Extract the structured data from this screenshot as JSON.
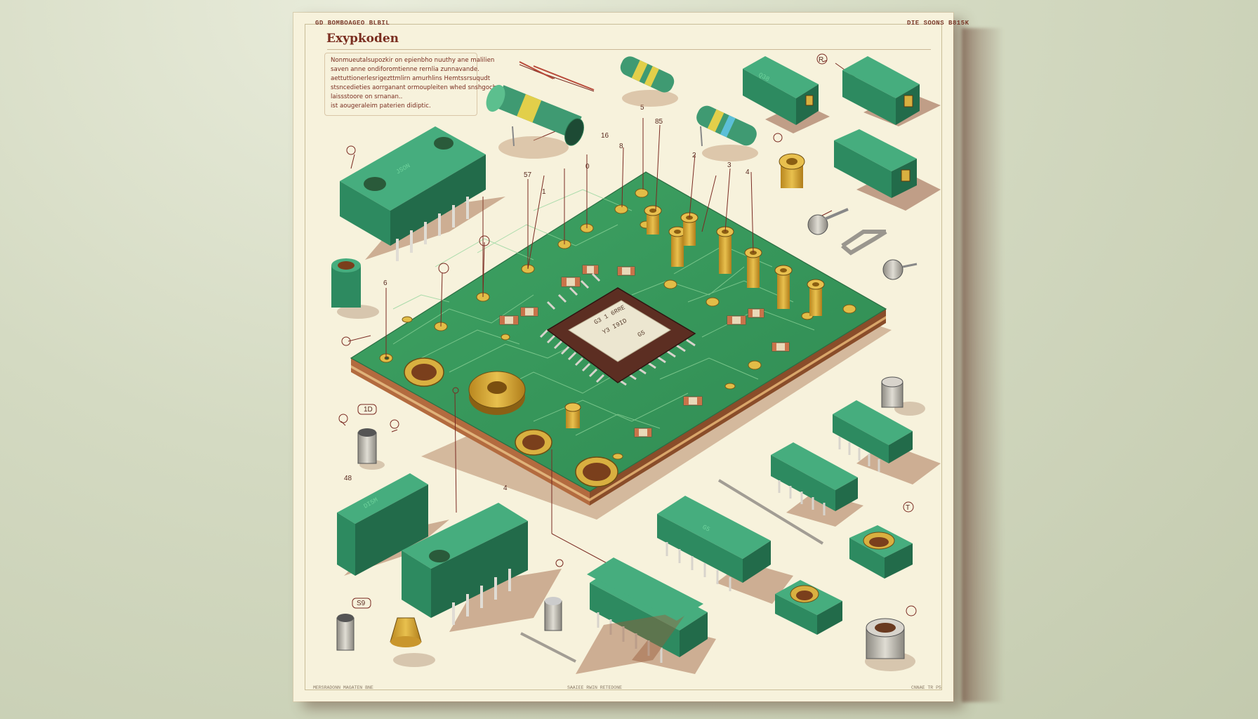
{
  "header": {
    "left_caption": "GD BOMBOAGEO BLBIL",
    "right_caption": "DIE SOONS B815K",
    "title": "Exypkoden"
  },
  "description": {
    "lines": [
      "Nonmueutalsupozkir on epienbho nuuthy ane malilien",
      "saven anne ondiforomtienne rernlia zunnavande.",
      "aettuttionerlesrigezttmlirn amurhlins Hemtssrsuqudt",
      "stsncedieties aorrganant ormoupleiten whed snshgoch",
      "laissstoore on srnanan..",
      "ist aougeraleim paterien didiptic."
    ]
  },
  "callouts": [
    "5",
    "85",
    "16",
    "8",
    "57",
    "1",
    "0",
    "2",
    "3",
    "4",
    "R",
    "6",
    "1D",
    "48",
    "4",
    "S9",
    "T"
  ],
  "chip": {
    "marking_line1": "G3 1 6RRE",
    "marking_line2": "Y3 I9ID",
    "marking_line3": "G5"
  },
  "component_markings": [
    "JSON",
    "DI5M",
    "Q38",
    "G5"
  ],
  "footer": {
    "left": "MERSRADONN MAGATEN BNE",
    "center": "SAAIEE RWIN RETEDONE",
    "right": "CNNAE TR P5"
  },
  "colors": {
    "board": "#3a9a5e",
    "board_dark": "#2f7f4b",
    "pad": "#d8b23a",
    "package": "#2e8a62",
    "paper": "#f7f2dc",
    "ink": "#7a2e20"
  }
}
